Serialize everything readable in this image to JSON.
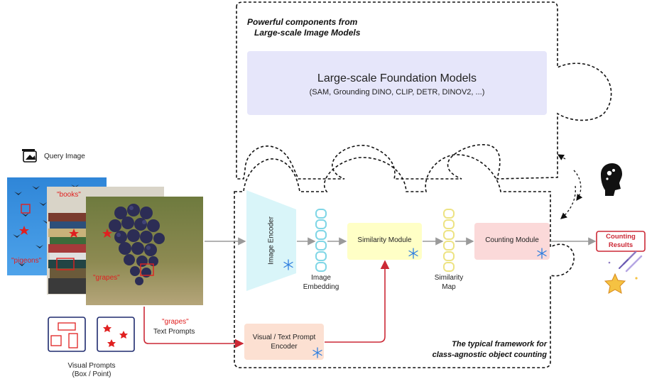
{
  "top_panel": {
    "title_line1": "Powerful components from",
    "title_line2": "Large-scale Image Models",
    "foundation_box": {
      "title": "Large-scale Foundation Models",
      "subtitle": "(SAM, Grounding DINO, CLIP, DETR, DINOV2, ...)"
    }
  },
  "bottom_panel": {
    "caption_line1": "The typical framework for",
    "caption_line2": "class-agnostic object counting"
  },
  "query_image": {
    "label": "Query Image",
    "pigeons_label": "\"pigeons\"",
    "books_label": "\"books\"",
    "grapes_label": "\"grapes\""
  },
  "pipeline": {
    "image_encoder": "Image Encoder",
    "image_embedding_line1": "Image",
    "image_embedding_line2": "Embedding",
    "similarity_module": "Similarity Module",
    "similarity_map_line1": "Similarity",
    "similarity_map_line2": "Map",
    "counting_module": "Counting Module",
    "counting_results_line1": "Counting",
    "counting_results_line2": "Results",
    "prompt_encoder_line1": "Visual / Text Prompt",
    "prompt_encoder_line2": "Encoder"
  },
  "prompts": {
    "text_prompt_value": "\"grapes\"",
    "text_prompts_label": "Text Prompts",
    "visual_prompts_line1": "Visual Prompts",
    "visual_prompts_line2": "(Box / Point)"
  },
  "colors": {
    "foundation_fill": "#e6e6fa",
    "encoder_fill": "#d9f5f9",
    "similarity_fill": "#ffffc6",
    "counting_fill": "#fbd9d9",
    "prompt_encoder_fill": "#fce0d2",
    "embedding_stroke": "#7fd6e6",
    "simmap_stroke": "#ede383",
    "prompt_red": "#cc2936",
    "frozen_blue": "#2f7fe0"
  }
}
